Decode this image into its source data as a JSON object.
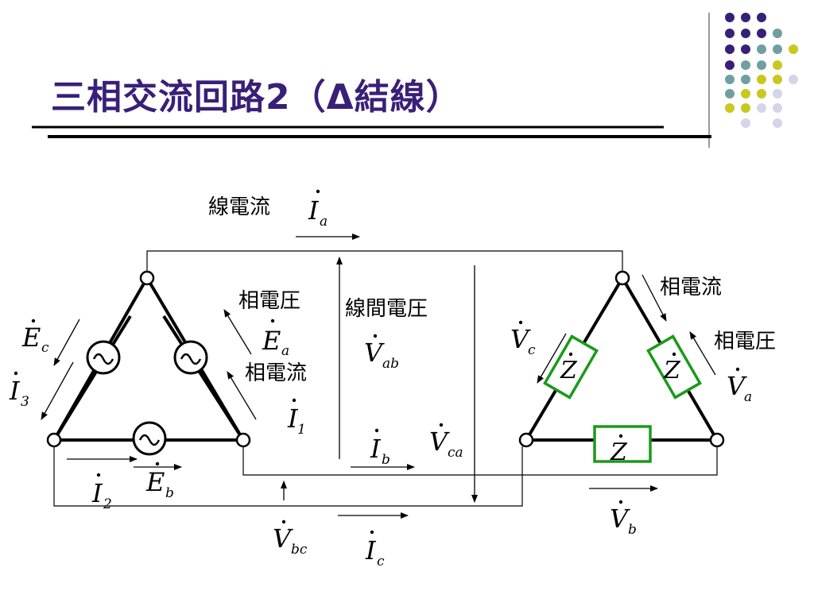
{
  "slide": {
    "title": "三相交流回路2（Δ結線）",
    "title_color": "#3a1f78",
    "dot_colors": [
      "#3a1f78",
      "#6f9fa0",
      "#c8c81e",
      "#d6d4e8"
    ]
  },
  "labels": {
    "line_current_top": "線電流",
    "phase_voltage_left": "相電圧",
    "phase_current_left": "相電流",
    "line_voltage": "線間電圧",
    "phase_current_right": "相電流",
    "phase_voltage_right": "相電圧"
  },
  "symbols": {
    "Ia": {
      "main": "I",
      "sub": "a"
    },
    "Ib": {
      "main": "I",
      "sub": "b"
    },
    "Ic": {
      "main": "I",
      "sub": "c"
    },
    "I1": {
      "main": "I",
      "sub": "1"
    },
    "I2": {
      "main": "I",
      "sub": "2"
    },
    "I3": {
      "main": "I",
      "sub": "3"
    },
    "Ea": {
      "main": "E",
      "sub": "a"
    },
    "Eb": {
      "main": "E",
      "sub": "b"
    },
    "Ec": {
      "main": "E",
      "sub": "c"
    },
    "Vab": {
      "main": "V",
      "sub": "ab"
    },
    "Vbc": {
      "main": "V",
      "sub": "bc"
    },
    "Vca": {
      "main": "V",
      "sub": "ca"
    },
    "Va": {
      "main": "V",
      "sub": "a"
    },
    "Vb": {
      "main": "V",
      "sub": "b"
    },
    "Vc": {
      "main": "V",
      "sub": "c"
    },
    "Z": {
      "main": "Z",
      "sub": ""
    }
  },
  "colors": {
    "impedance_box": "#1a9a1a",
    "wire": "#000000"
  }
}
